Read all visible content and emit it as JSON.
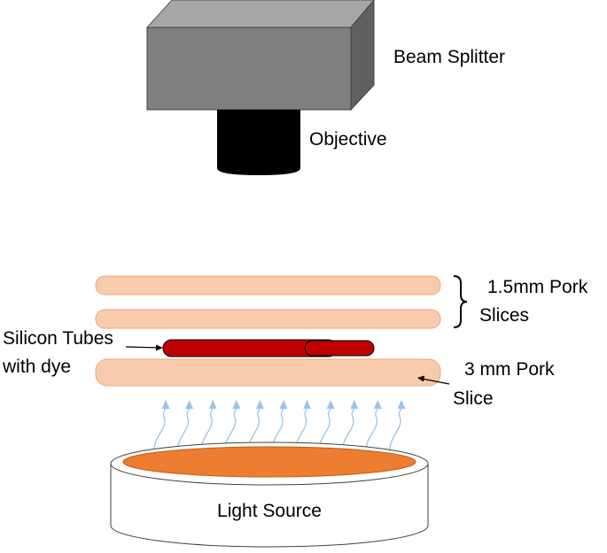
{
  "labels": {
    "beam_splitter": "Beam Splitter",
    "objective": "Objective",
    "pork_top_line1": "1.5mm Pork",
    "pork_top_line2": "Slices",
    "tubes_line1": "Silicon Tubes",
    "tubes_line2": "with dye",
    "pork_bottom_line1": "3 mm Pork",
    "pork_bottom_line2": "Slice",
    "light_source": "Light Source"
  },
  "colors": {
    "beam_splitter_front": "#7f7f7f",
    "beam_splitter_top": "#a6a6a6",
    "beam_splitter_side": "#5f5f5f",
    "objective": "#000000",
    "pork_slice": "#f8cbad",
    "pork_slice_edge": "#e9a87c",
    "silicon_tube": "#c00000",
    "light_surface": "#ed7d31",
    "light_arrows": "#9dc3e6",
    "light_source_body": "#ffffff"
  },
  "light_arrow_count": 11
}
